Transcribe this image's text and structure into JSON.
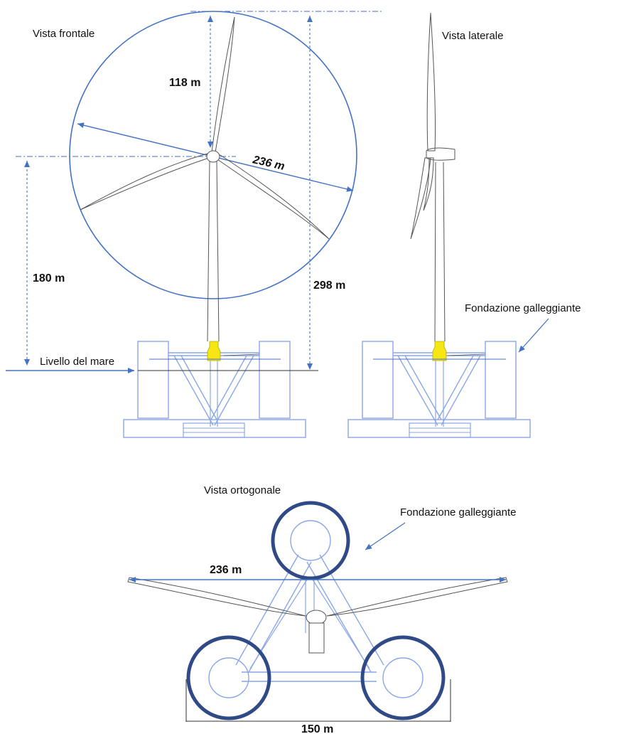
{
  "front_view": {
    "title": "Vista frontale",
    "rotor_radius": "118 m",
    "rotor_diameter": "236 m",
    "hub_height": "180 m",
    "tip_height": "298 m",
    "sea_level": "Livello del mare"
  },
  "side_view": {
    "title": "Vista laterale",
    "foundation": "Fondazione galleggiante"
  },
  "top_view": {
    "title": "Vista ortogonale",
    "foundation": "Fondazione galleggiante",
    "rotor_span": "236 m",
    "base_width": "150 m"
  },
  "colors": {
    "dimension_lines": "#4472c4",
    "floater_frame": "#8aa6e8",
    "floater_columns_top": "#2f4a86",
    "transition_piece": "#f5e614"
  }
}
